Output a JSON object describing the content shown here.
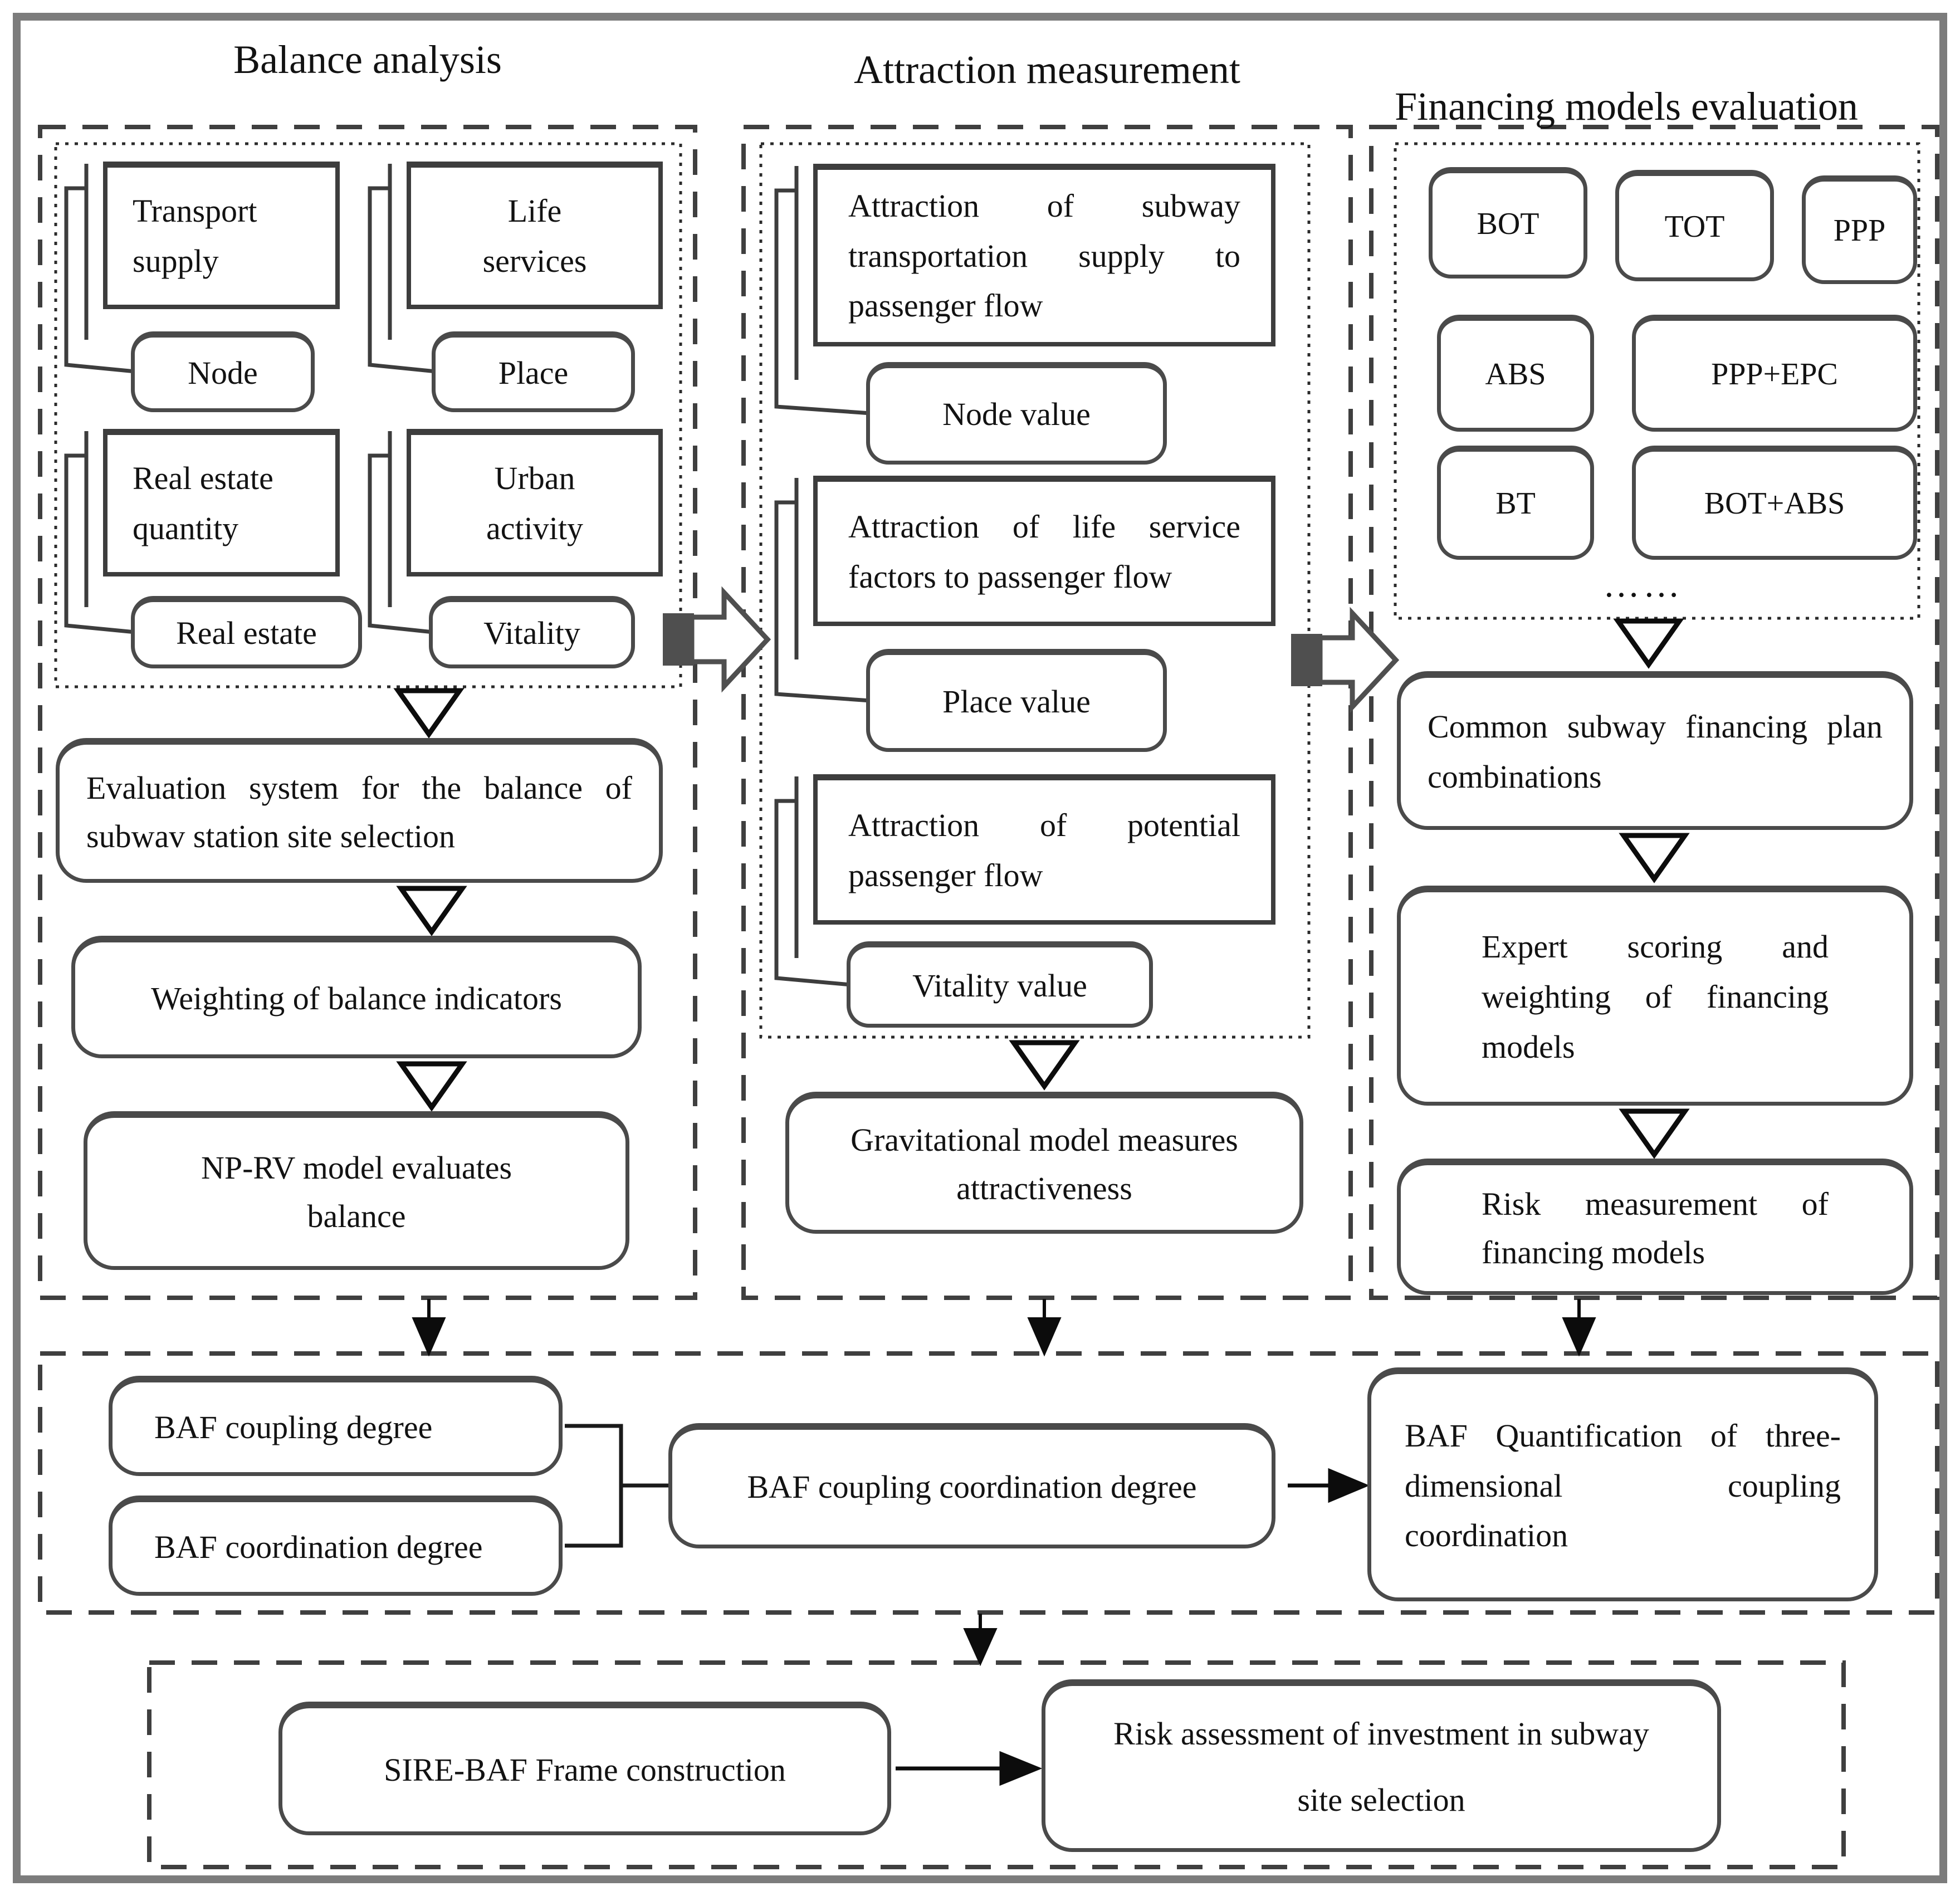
{
  "titles": {
    "balance": "Balance analysis",
    "attraction": "Attraction measurement",
    "financing": "Financing models evaluation"
  },
  "balance": {
    "factors": [
      {
        "label": "Transport supply",
        "value": "Node"
      },
      {
        "label": "Life services",
        "value": "Place"
      },
      {
        "label": "Real estate quantity",
        "value": "Real estate"
      },
      {
        "label": "Urban activity",
        "value": "Vitality"
      }
    ],
    "steps": [
      "Evaluation system for the balance of subwav station site selection",
      "Weighting of balance indicators",
      "NP-RV model evaluates balance"
    ]
  },
  "attraction": {
    "factors": [
      {
        "label": "Attraction of subway transportation supply to passenger flow",
        "value": "Node value"
      },
      {
        "label": "Attraction of life service factors to passenger flow",
        "value": "Place value"
      },
      {
        "label": "Attraction of potential passenger flow",
        "value": "Vitality value"
      }
    ],
    "steps": [
      "Gravitational model measures attractiveness"
    ]
  },
  "financing": {
    "models": [
      "BOT",
      "TOT",
      "PPP",
      "ABS",
      "PPP+EPC",
      "BT",
      "BOT+ABS"
    ],
    "ellipsis": "……",
    "steps": [
      "Common subway financing plan combinations",
      "Expert scoring and weighting of financing models",
      "Risk measurement of financing models"
    ]
  },
  "coupling": {
    "inputs": [
      "BAF coupling degree",
      "BAF coordination degree"
    ],
    "center": "BAF coupling coordination degree",
    "output": "BAF Quantification of three-dimensional coupling coordination"
  },
  "bottom": {
    "frame": "SIRE-BAF Frame construction",
    "result": "Risk assessment of investment in subway site selection"
  },
  "colors": {
    "outer_border": "#7c7c7c",
    "line_dark": "#3d3d3d",
    "arrow_fill": "#4f4f4f",
    "text": "#121212"
  }
}
